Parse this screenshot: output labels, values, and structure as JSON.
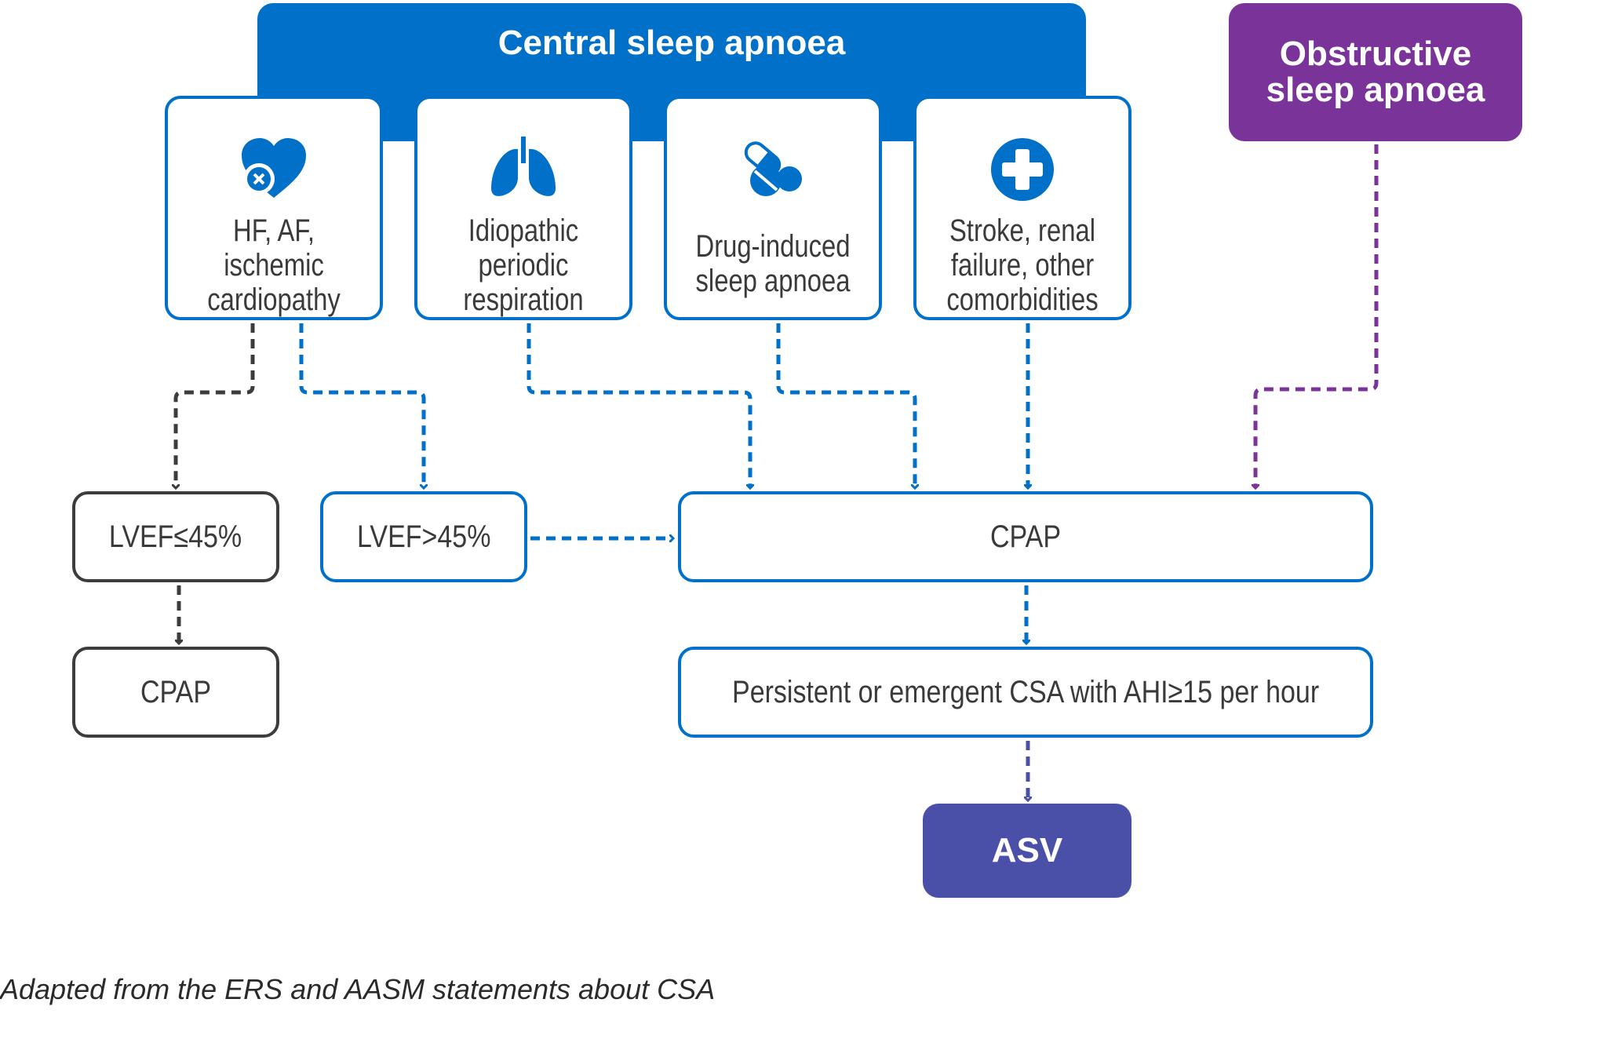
{
  "header": {
    "title": "Central sleep apnoea"
  },
  "osa": {
    "label": "Obstructive\nsleep apnoea"
  },
  "causes": [
    {
      "label": "HF, AF,\nischemic\ncardiopathy",
      "icon": "heart-icon"
    },
    {
      "label": "Idiopathic\nperiodic\nrespiration",
      "icon": "lungs-icon"
    },
    {
      "label": "Drug-induced\nsleep apnoea",
      "icon": "pills-icon"
    },
    {
      "label": "Stroke, renal\nfailure, other\ncomorbidities",
      "icon": "medical-cross-icon"
    }
  ],
  "nodes": {
    "lvef_low": "LVEF≤45%",
    "lvef_high": "LVEF>45%",
    "cpap_left": "CPAP",
    "cpap_main": "CPAP",
    "persistent": "Persistent or emergent CSA with AHI≥15 per hour",
    "asv": "ASV"
  },
  "caption": "Adapted from the ERS and AASM statements about CSA",
  "colors": {
    "central_blue": "#0070c8",
    "obstructive_purple": "#7a3399",
    "asv_indigo": "#4a50a8",
    "dark_gray": "#3c3c3c"
  }
}
